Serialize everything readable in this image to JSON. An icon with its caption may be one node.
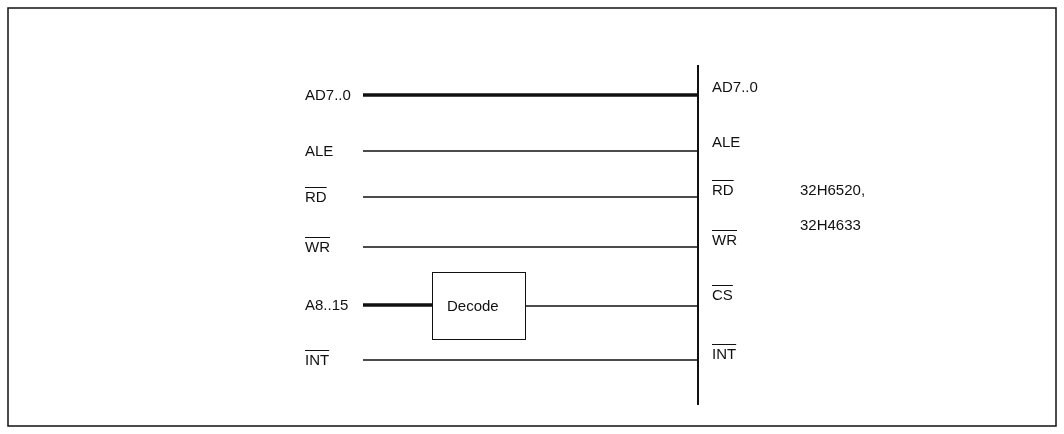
{
  "diagram": {
    "nodes": [
      {
        "text": [
          "AD7..0"
        ]
      },
      {
        "text": [
          "ALE"
        ]
      },
      {
        "text": [
          "RD"
        ]
      },
      {
        "text": [
          "WR"
        ]
      },
      {
        "text": [
          "A8..15"
        ]
      },
      {
        "text": [
          "INT"
        ]
      },
      {
        "text": [
          "Decode"
        ]
      },
      {
        "text": [],
        "shape": "bar",
        "beside": [
          "AD7..0",
          "ALE",
          "RD",
          "WR",
          "CS",
          "INT"
        ]
      }
    ],
    "edges": [
      {
        "from": 0,
        "to": 7,
        "arrow": "none",
        "style": "thick"
      },
      {
        "from": 1,
        "to": 7,
        "arrow": "none"
      },
      {
        "from": 2,
        "to": 7,
        "arrow": "none"
      },
      {
        "from": 3,
        "to": 7,
        "arrow": "none"
      },
      {
        "from": 4,
        "to": 6,
        "arrow": "none",
        "style": "thick"
      },
      {
        "from": 6,
        "to": 7,
        "arrow": "none"
      },
      {
        "from": 5,
        "to": 7,
        "arrow": "none"
      }
    ],
    "labels": [
      "32H6520,",
      "32H4633"
    ]
  }
}
